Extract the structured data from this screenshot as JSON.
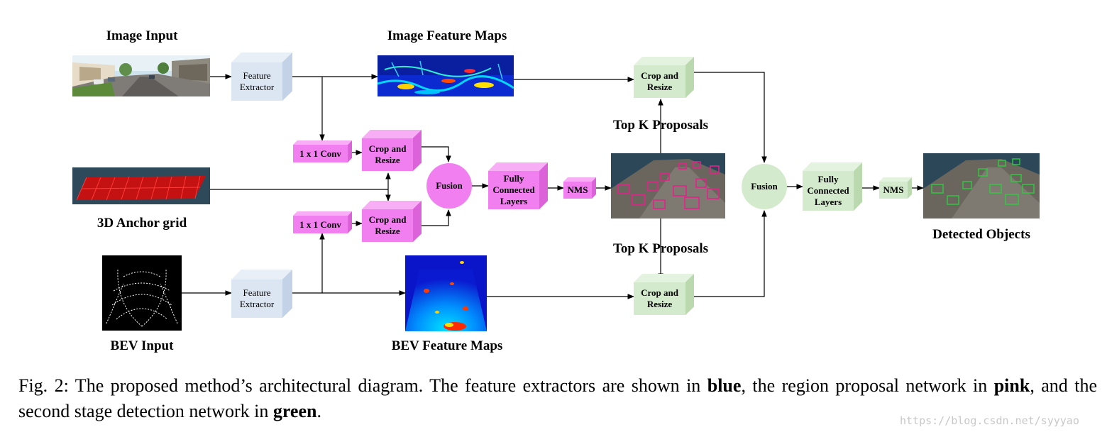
{
  "labels": {
    "image_input": "Image Input",
    "image_feature_maps": "Image Feature Maps",
    "anchor_grid": "3D Anchor grid",
    "bev_input": "BEV Input",
    "bev_feature_maps": "BEV Feature Maps",
    "top_k_upper": "Top K Proposals",
    "top_k_lower": "Top K Proposals",
    "detected_objects": "Detected Objects"
  },
  "blocks": {
    "feature_extractor_top": "Feature Extractor",
    "feature_extractor_bottom": "Feature Extractor",
    "conv_top": "1 x 1 Conv",
    "conv_bottom": "1 x 1 Conv",
    "crop_pink_top": "Crop and Resize",
    "crop_pink_bottom": "Crop and Resize",
    "fusion_pink": "Fusion",
    "fc_pink": "Fully Connected Layers",
    "nms_pink": "NMS",
    "crop_green_top": "Crop and Resize",
    "crop_green_bottom": "Crop and Resize",
    "fusion_green": "Fusion",
    "fc_green": "Fully Connected Layers",
    "nms_green": "NMS"
  },
  "caption": {
    "prefix": "Fig. 2: The proposed method’s architectural diagram. The feature extractors are shown in ",
    "blue_word": "blue",
    "middle1": ", the region proposal network in ",
    "pink_word": "pink",
    "middle2": ", and the second stage detection network in ",
    "green_word": "green",
    "suffix": "."
  },
  "watermark": "https://blog.csdn.net/syyyao",
  "colors": {
    "blue_block": "#dce6f2",
    "pink_block": "#f27ff0",
    "green_block": "#d3ebcc",
    "proposal_box": "#e8208a",
    "detection_box": "#2ecc40"
  }
}
